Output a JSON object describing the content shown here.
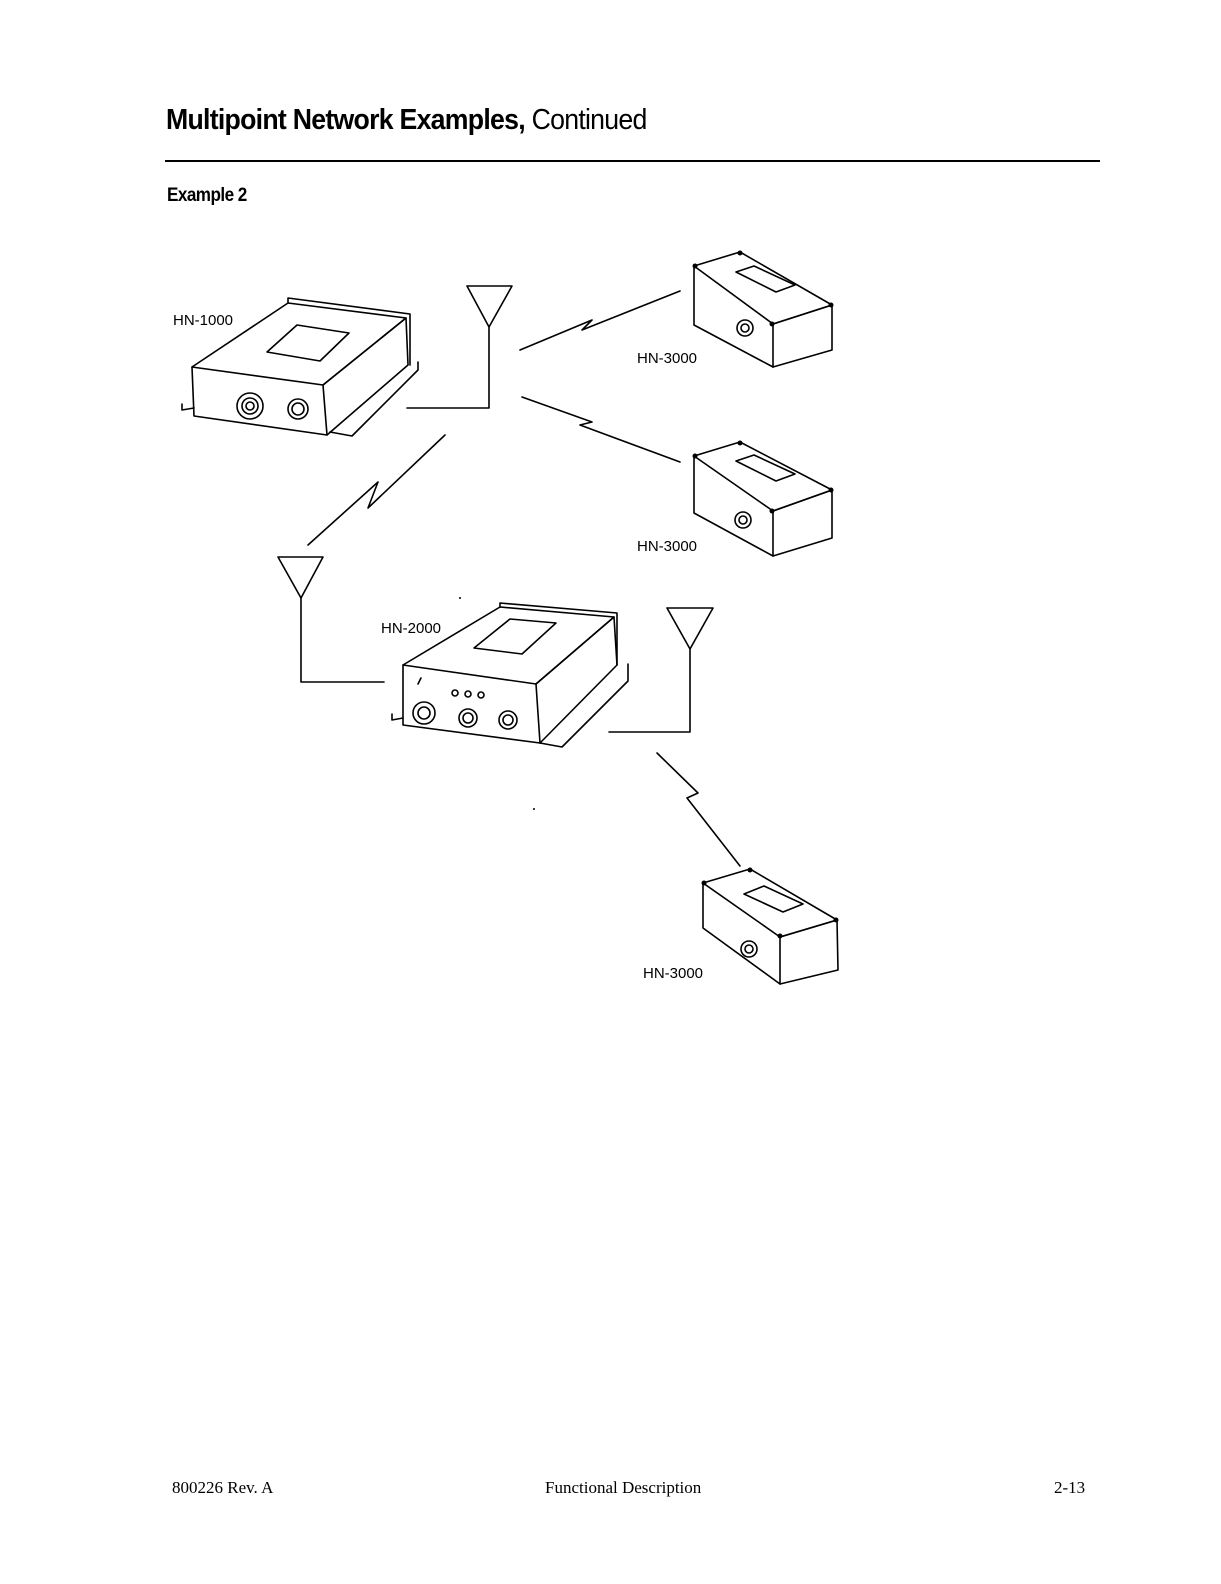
{
  "header": {
    "title_bold": "Multipoint Network Examples,",
    "title_regular": " Continued",
    "subheading": "Example 2"
  },
  "diagram": {
    "nodes": [
      {
        "id": "hn1000",
        "label": "HN-1000"
      },
      {
        "id": "hn2000",
        "label": "HN-2000"
      },
      {
        "id": "hn3000-a",
        "label": "HN-3000"
      },
      {
        "id": "hn3000-b",
        "label": "HN-3000"
      },
      {
        "id": "hn3000-c",
        "label": "HN-3000"
      }
    ]
  },
  "footer": {
    "doc_number": "800226 Rev. A",
    "section": "Functional Description",
    "page": "2-13"
  }
}
